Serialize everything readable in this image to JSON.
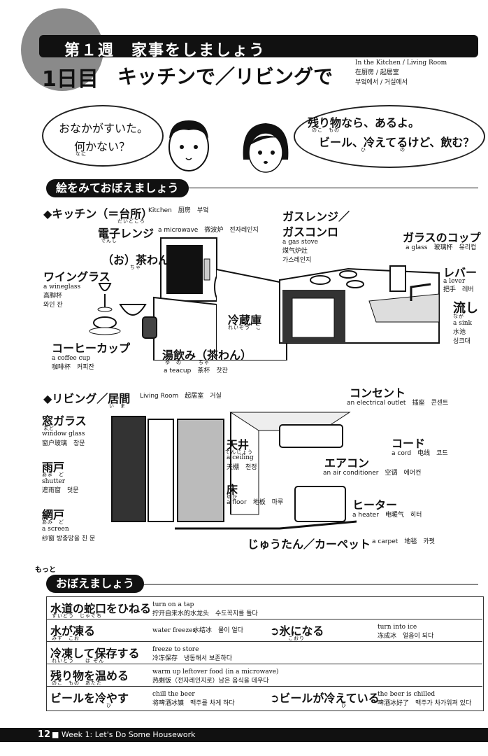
{
  "header": {
    "week": "第１週　家事をしましょう",
    "day": "1日目",
    "title": "キッチンで／リビングで",
    "sub_en": "In the Kitchen / Living Room",
    "sub_zh": "在厨房 / 起居室",
    "sub_ko": "부엌에서 / 거실에서"
  },
  "dialog": {
    "left_line1": "おなかがすいた。",
    "left_line2": "何かない？",
    "left_ruby": "なに",
    "right_line1": "残り物なら、あるよ。",
    "right_ruby1": "のこ　もの",
    "right_line2": "ビール、冷えてるけど、飲む？",
    "right_ruby2": "ひ　　　　　　の"
  },
  "section1": {
    "label": "絵をみておぼえましょう"
  },
  "kitchen": {
    "heading": "◆キッチン（＝台所）",
    "heading_ruby": "だいどころ",
    "heading_trans": "Kitchen　厨房　부엌",
    "microwave": {
      "jp": "電子レンジ",
      "ruby": "でんし",
      "trans": "a microwave　微波炉　전자레인지"
    },
    "bowl": {
      "jp": "（お）茶わん",
      "ruby": "ちゃ"
    },
    "wineglass": {
      "jp": "ワイングラス",
      "en": "a wineglass",
      "zh": "高脚杯",
      "ko": "와인 잔"
    },
    "coffeecup": {
      "jp": "コーヒーカップ",
      "en": "a coffee cup",
      "trans": "咖啡杯　커피잔"
    },
    "teacup": {
      "jp": "湯飲み（茶わん）",
      "ruby": "ゆ　の　　　ちゃ",
      "trans": "a teacup　茶杯　찻잔"
    },
    "fridge": {
      "jp": "冷蔵庫",
      "ruby": "れいぞう　こ"
    },
    "gasstove": {
      "jp1": "ガスレンジ／",
      "jp2": "ガスコンロ",
      "en": "a gas stove",
      "zh": "煤气炉灶",
      "ko": "가스레인지"
    },
    "glass": {
      "jp": "ガラスのコップ",
      "trans": "a glass　玻璃杯　유리컵"
    },
    "lever": {
      "jp": "レバー",
      "en": "a lever",
      "trans": "把手　레버"
    },
    "sink": {
      "jp": "流し",
      "ruby": "なが",
      "en": "a sink",
      "zh": "水池",
      "ko": "싱크대"
    }
  },
  "living": {
    "heading": "◆リビング／居間",
    "heading_ruby": "い　ま",
    "heading_trans": "Living Room　起居室　거실",
    "outlet": {
      "jp": "コンセント",
      "trans": "an electrical outlet　插座　콘센트"
    },
    "window": {
      "jp": "窓ガラス",
      "ruby": "まど",
      "en": "window glass",
      "trans": "窗户玻璃　창문"
    },
    "ceiling": {
      "jp": "天井",
      "ruby": "てんじょう",
      "en": "a ceiling",
      "trans": "天棚　천정"
    },
    "cord": {
      "jp": "コード",
      "trans": "a cord　电线　코드"
    },
    "shutter": {
      "jp": "雨戸",
      "ruby": "あま　ど",
      "en": "shutter",
      "trans": "遮雨窗　덧문"
    },
    "aircon": {
      "jp": "エアコン",
      "trans": "an air conditioner　空调　에어컨"
    },
    "floor": {
      "jp": "床",
      "ruby": "ゆか",
      "trans": "a floor　地板　마루"
    },
    "screen": {
      "jp": "網戸",
      "ruby": "あみ　ど",
      "en": "a screen",
      "trans": "纱窗 방충망을 친 문"
    },
    "heater": {
      "jp": "ヒーター",
      "trans": "a heater　电暖气　히터"
    },
    "carpet": {
      "jp": "じゅうたん／カーペット",
      "trans": "a carpet　地毯　카펫"
    }
  },
  "section2": {
    "label": "おぼえましょう",
    "motto": "もっと"
  },
  "phrases": [
    {
      "jp": "水道の蛇口をひねる",
      "ruby": "すいどう　じゃぐち",
      "en": "turn on a tap",
      "trans": "拧开自来水的水龙头　수도꼭지를 틀다"
    },
    {
      "jp": "水が凍る",
      "ruby": "みず　こお",
      "en": "water freezes",
      "trans": "水结冰　물이 얼다",
      "jp2": "➲氷になる",
      "ruby2": "こおり",
      "en2": "turn into ice",
      "trans2": "冻成冰　얼음이 되다"
    },
    {
      "jp": "冷凍して保存する",
      "ruby": "れいとう　　ほ ぞん",
      "en": "freeze to store",
      "trans": "冷冻保存　냉동해서 보존하다"
    },
    {
      "jp": "残り物を温める",
      "ruby": "のこ　もの　あたた",
      "en": "warm up leftover food (in a microwave)",
      "trans": "热剩饭（전자레인지로）남은 음식을 데우다"
    },
    {
      "jp": "ビールを冷やす",
      "ruby": "ひ",
      "en": "chill the beer",
      "trans": "将啤酒冰镇　맥주를 차게 하다",
      "jp2": "➲ビールが冷えている",
      "ruby2": "ひ",
      "en2": "the beer is chilled",
      "trans2": "啤酒冰好了　맥주가 차가워져 있다"
    }
  ],
  "footer": {
    "page": "12",
    "text": "■ Week 1: Let's Do Some Housework"
  }
}
